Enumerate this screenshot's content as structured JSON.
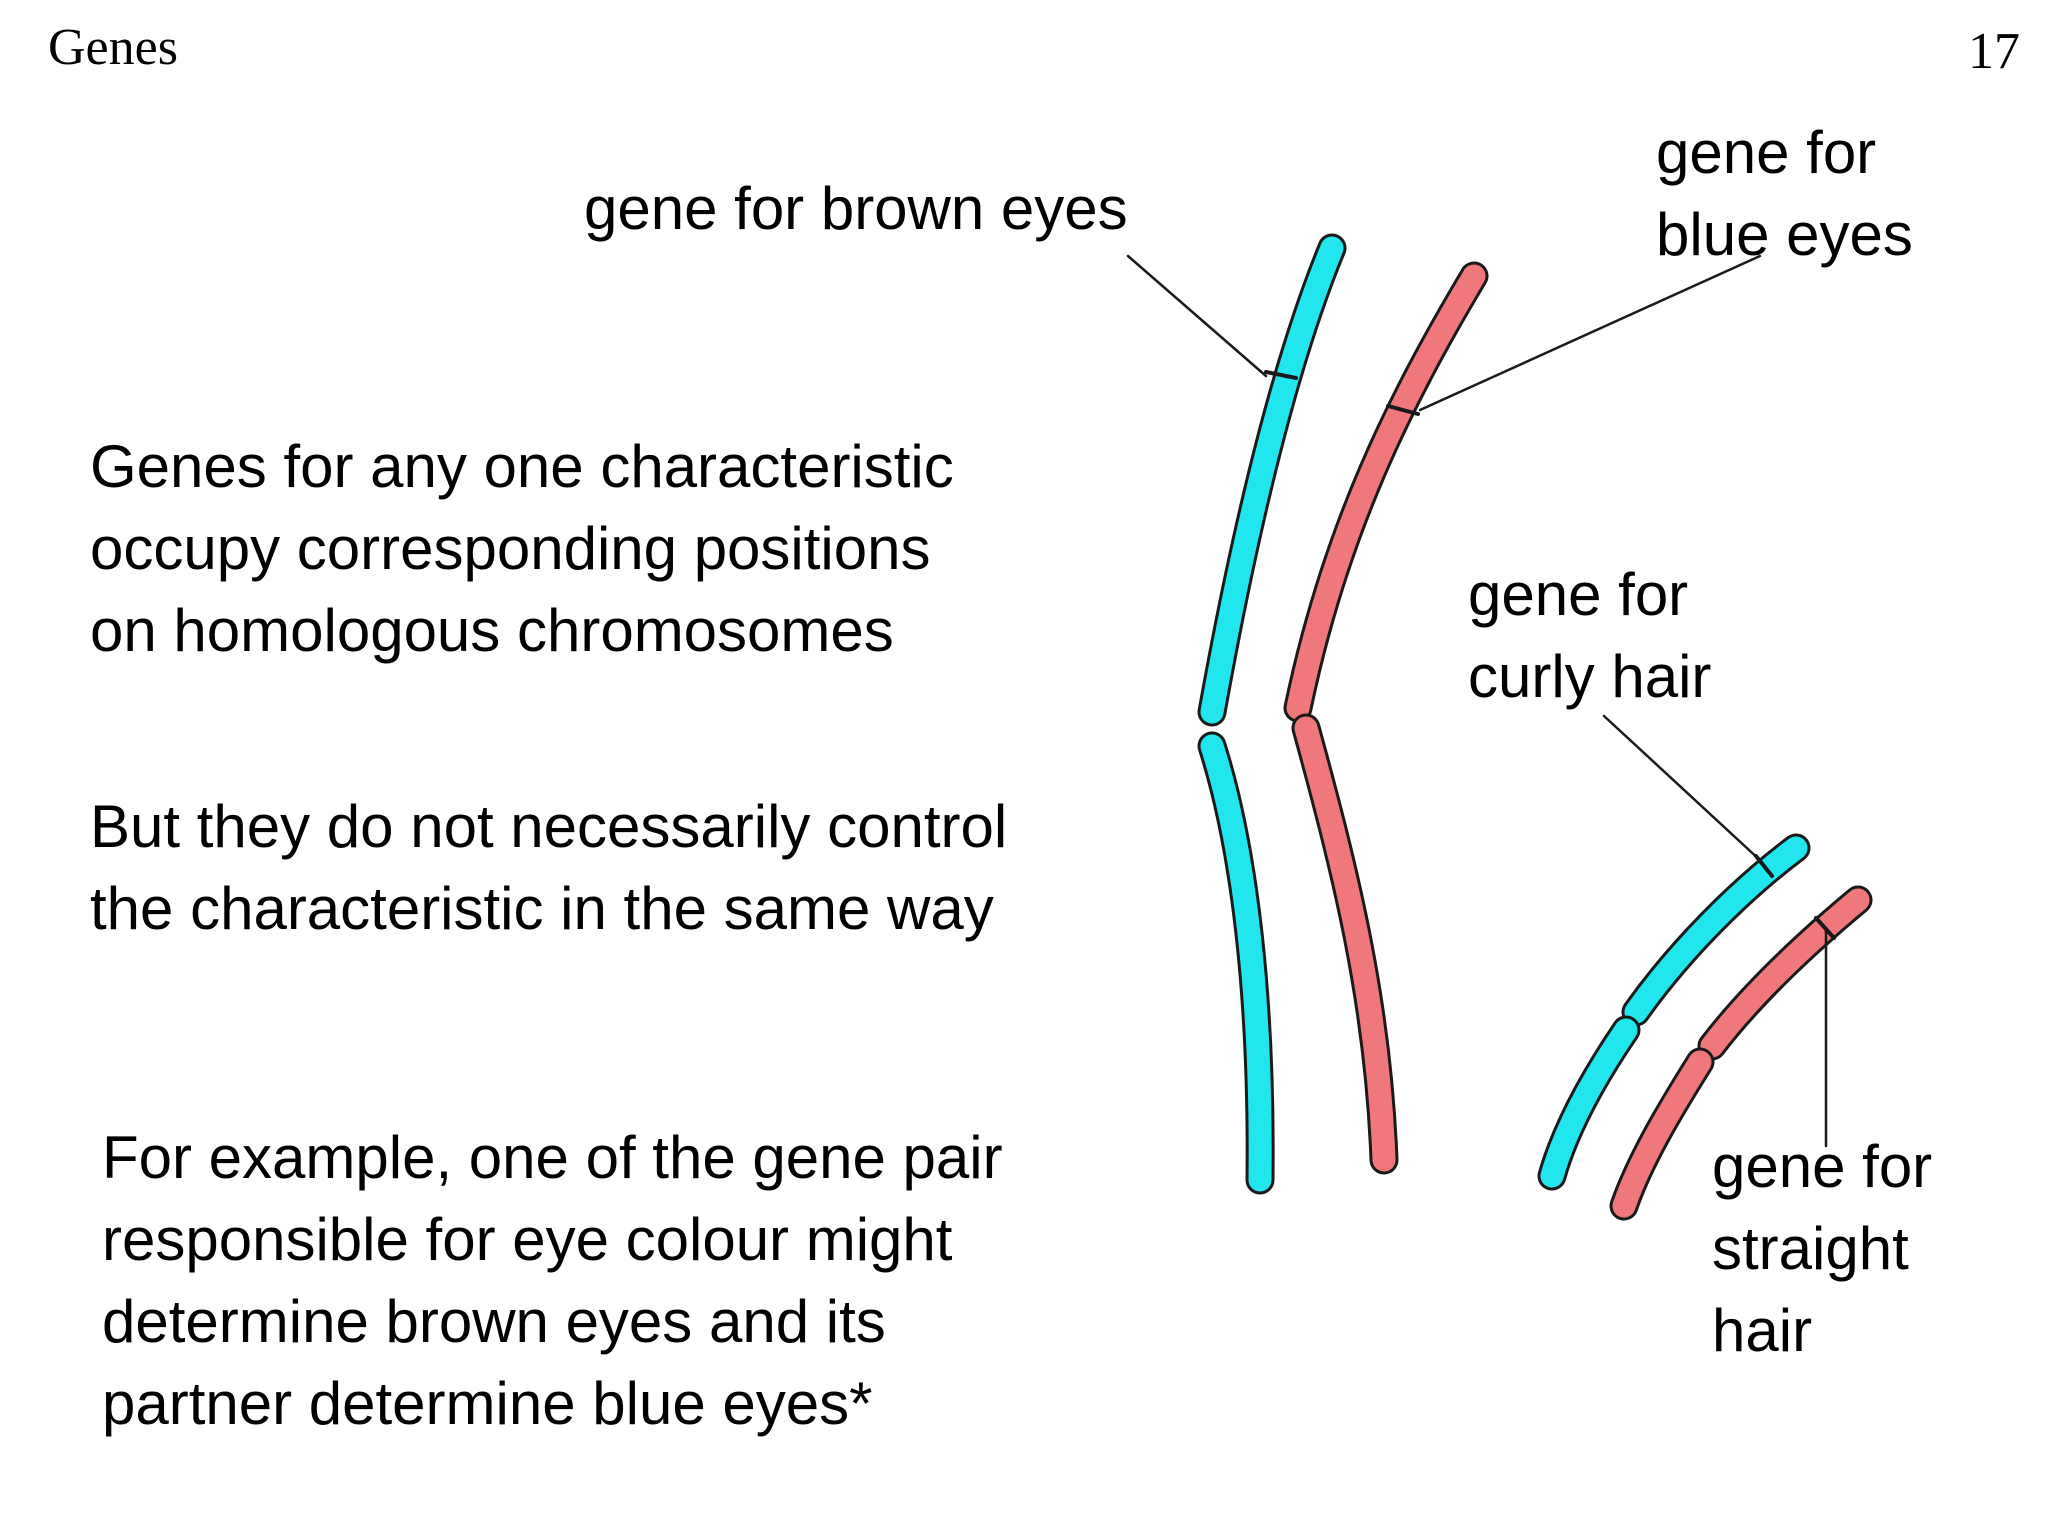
{
  "header": {
    "title": "Genes",
    "page_number": "17"
  },
  "text": {
    "paragraph1": "Genes for any one characteristic\noccupy corresponding positions\non homologous chromosomes",
    "paragraph2": "But they do not necessarily control\nthe characteristic in the same way",
    "paragraph3": "For example, one of the gene pair\nresponsible for eye colour might\ndetermine brown eyes and its\npartner determine blue eyes*"
  },
  "labels": {
    "brown_eyes": "gene for brown eyes",
    "blue_eyes": "gene for\nblue eyes",
    "curly_hair": "gene for\ncurly hair",
    "straight_hair": "gene for\nstraight\nhair"
  },
  "colors": {
    "chromosome_a": "#22e6ee",
    "chromosome_b": "#f1787a",
    "outline": "#1a1a1a",
    "background": "#ffffff"
  }
}
